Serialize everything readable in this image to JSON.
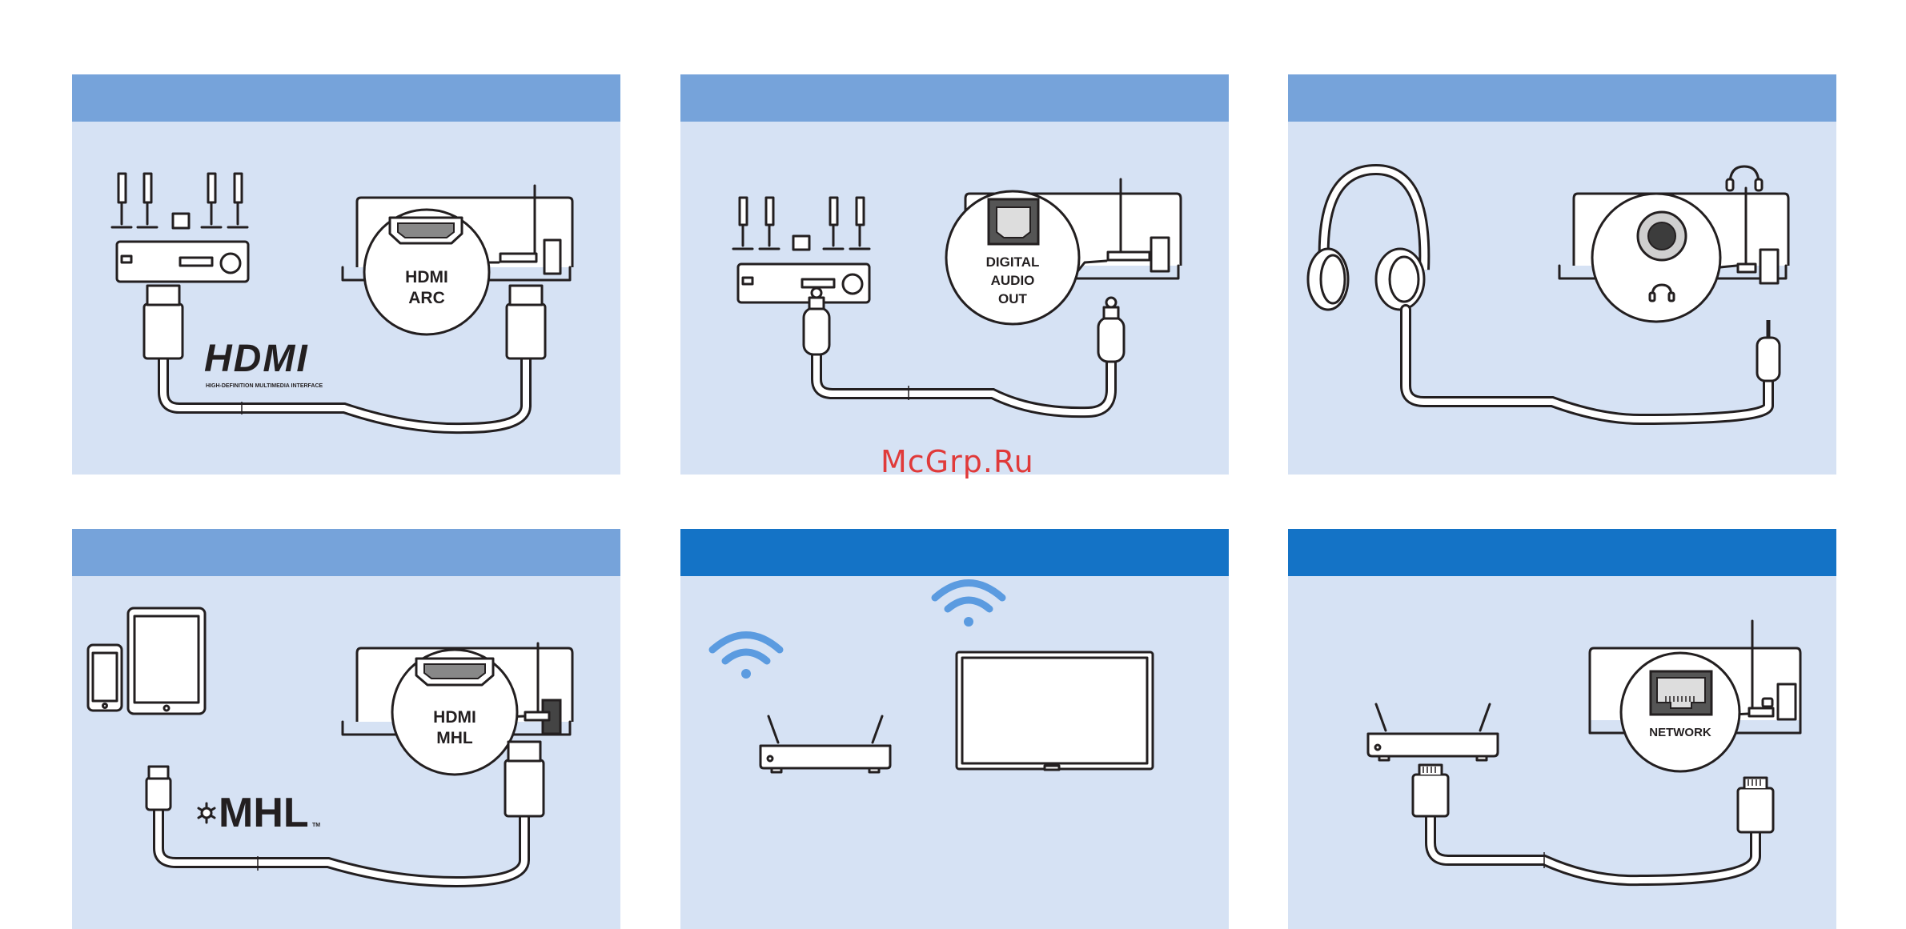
{
  "panels": [
    {
      "id": "hdmi-arc",
      "port_label_line1": "HDMI",
      "port_label_line2": "ARC",
      "logo_main": "HDMI",
      "logo_sub": "HIGH-DEFINITION MULTIMEDIA INTERFACE"
    },
    {
      "id": "digital-audio-out",
      "port_label_line1": "DIGITAL",
      "port_label_line2": "AUDIO",
      "port_label_line3": "OUT"
    },
    {
      "id": "headphones"
    },
    {
      "id": "hdmi-mhl",
      "port_label_line1": "HDMI",
      "port_label_line2": "MHL",
      "logo_main": "MHL",
      "logo_tm": "TM"
    },
    {
      "id": "wireless"
    },
    {
      "id": "network",
      "port_label_line1": "NETWORK"
    }
  ],
  "watermark": "McGrp.Ru",
  "colors": {
    "header_light": "#76a3da",
    "header_dark": "#1473c6",
    "panel_bg": "#d6e2f4",
    "wifi": "#5b9be0",
    "watermark": "#e03a3a"
  }
}
